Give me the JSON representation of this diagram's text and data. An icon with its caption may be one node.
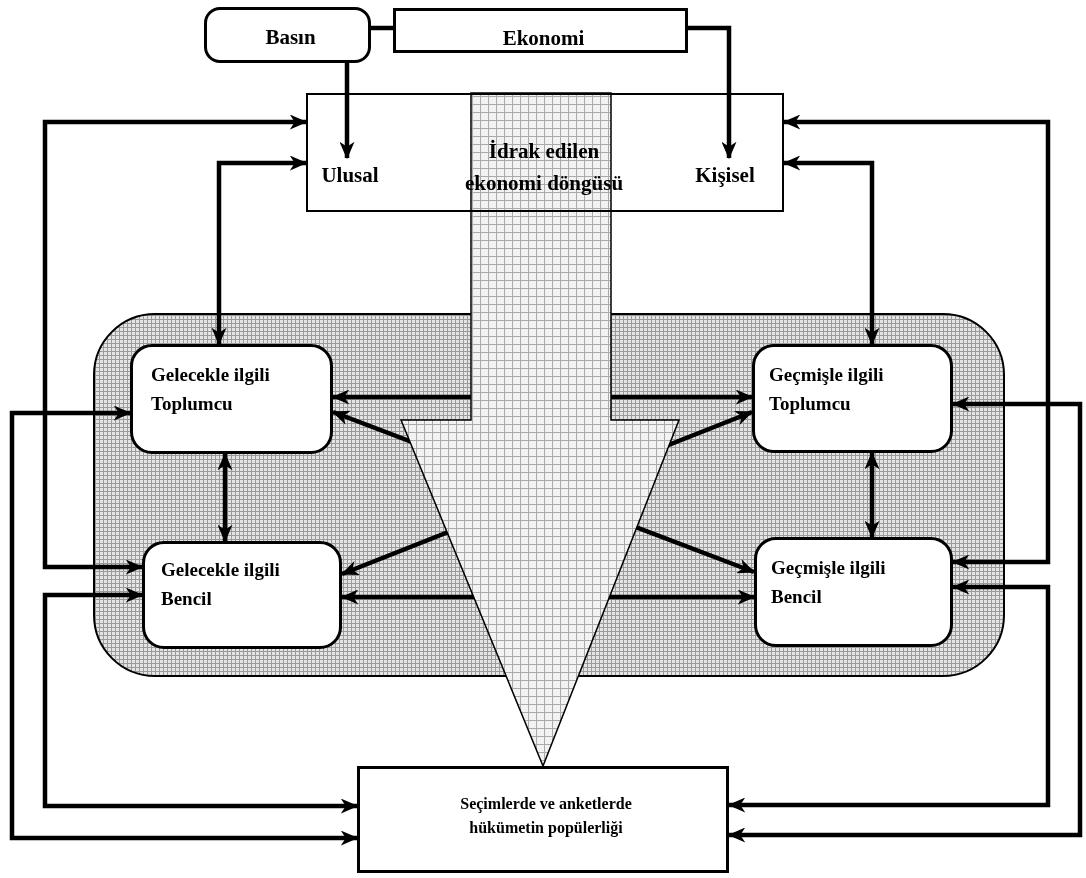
{
  "diagram": {
    "nodes": [
      {
        "text": [
          "Basın"
        ]
      },
      {
        "text": [
          "Ekonomi"
        ]
      },
      {
        "text": [
          "İdrak edilen ekonomi döngüsü"
        ]
      },
      {
        "text": [
          "Ulusal"
        ],
        "in": 2
      },
      {
        "text": [
          "Kişisel"
        ],
        "in": 2
      },
      {
        "text": [],
        "shape": "box"
      },
      {
        "text": [
          "Gelecekle ilgili Toplumcu"
        ],
        "in": 5
      },
      {
        "text": [
          "Geçmişle ilgili Toplumcu"
        ],
        "in": 5
      },
      {
        "text": [
          "Gelecekle ilgili Bencil"
        ],
        "in": 5
      },
      {
        "text": [
          "Geçmişle ilgili Bencil"
        ],
        "in": 5
      },
      {
        "text": [
          "Seçimlerde ve anketlerde hükümetin popülerliği"
        ]
      }
    ],
    "edges": [
      {
        "from": 0,
        "to": 3,
        "arrow": "to"
      },
      {
        "from": 1,
        "to": 0,
        "arrow": "none"
      },
      {
        "from": 1,
        "to": 4,
        "arrow": "to"
      },
      {
        "from": 2,
        "to": 8,
        "arrow": "both"
      },
      {
        "from": 2,
        "to": 6,
        "arrow": "both"
      },
      {
        "from": 2,
        "to": 9,
        "arrow": "both"
      },
      {
        "from": 2,
        "to": 7,
        "arrow": "both"
      },
      {
        "from": 6,
        "to": 10,
        "arrow": "both"
      },
      {
        "from": 8,
        "to": 10,
        "arrow": "both"
      },
      {
        "from": 7,
        "to": 10,
        "arrow": "both"
      },
      {
        "from": 9,
        "to": 10,
        "arrow": "both"
      },
      {
        "from": 6,
        "to": 7,
        "arrow": "both"
      },
      {
        "from": 6,
        "to": 9,
        "arrow": "both"
      },
      {
        "from": 8,
        "to": 7,
        "arrow": "both"
      },
      {
        "from": 8,
        "to": 9,
        "arrow": "both"
      },
      {
        "from": 6,
        "to": 8,
        "arrow": "both"
      },
      {
        "from": 7,
        "to": 9,
        "arrow": "both"
      },
      {
        "from": 2,
        "to": 10,
        "arrow": "to",
        "style": "thick"
      }
    ]
  }
}
